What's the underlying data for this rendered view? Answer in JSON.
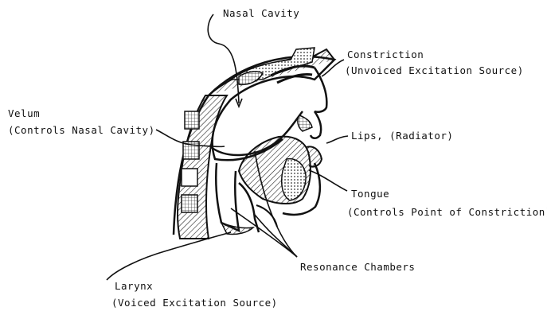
{
  "labels": {
    "nasal_cavity": "Nasal Cavity",
    "constriction": "Constriction",
    "constriction_sub": "(Unvoiced Excitation Source)",
    "velum": "Velum",
    "velum_sub": "(Controls Nasal Cavity)",
    "lips": "Lips, (Radiator)",
    "tongue": "Tongue",
    "tongue_sub": "(Controls Point of Constriction)",
    "resonance": "Resonance Chambers",
    "larynx": "Larynx",
    "larynx_sub": "(Voiced Excitation Source)"
  }
}
